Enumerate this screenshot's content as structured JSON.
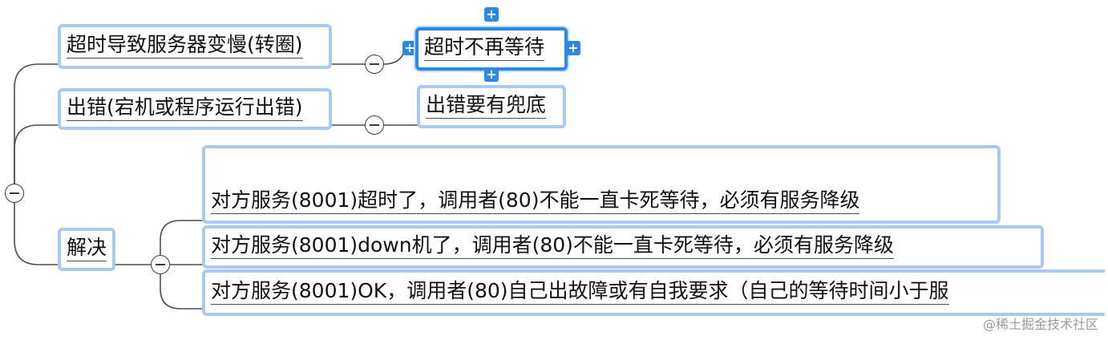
{
  "branches": [
    {
      "label": "超时导致服务器变慢(转圈)",
      "child": "超时不再等待"
    },
    {
      "label": "出错(宕机或程序运行出错)",
      "child": "出错要有兜底"
    },
    {
      "label": "解决",
      "children": [
        "对方服务(8001)超时了，调用者(80)不能一直卡死等待，必须有服务降级",
        "对方服务(8001)down机了，调用者(80)不能一直卡死等待，必须有服务降级",
        "对方服务(8001)OK，调用者(80)自己出故障或有自我要求（自己的等待时间小于服"
      ]
    }
  ],
  "icons": {
    "collapse": "collapse-minus-icon",
    "expand": "expand-plus-icon"
  },
  "colors": {
    "node_border": "#a9c8f2",
    "selected_border": "#2b87e8",
    "line": "#4d4d4d"
  },
  "watermark": "@稀土掘金技术社区"
}
